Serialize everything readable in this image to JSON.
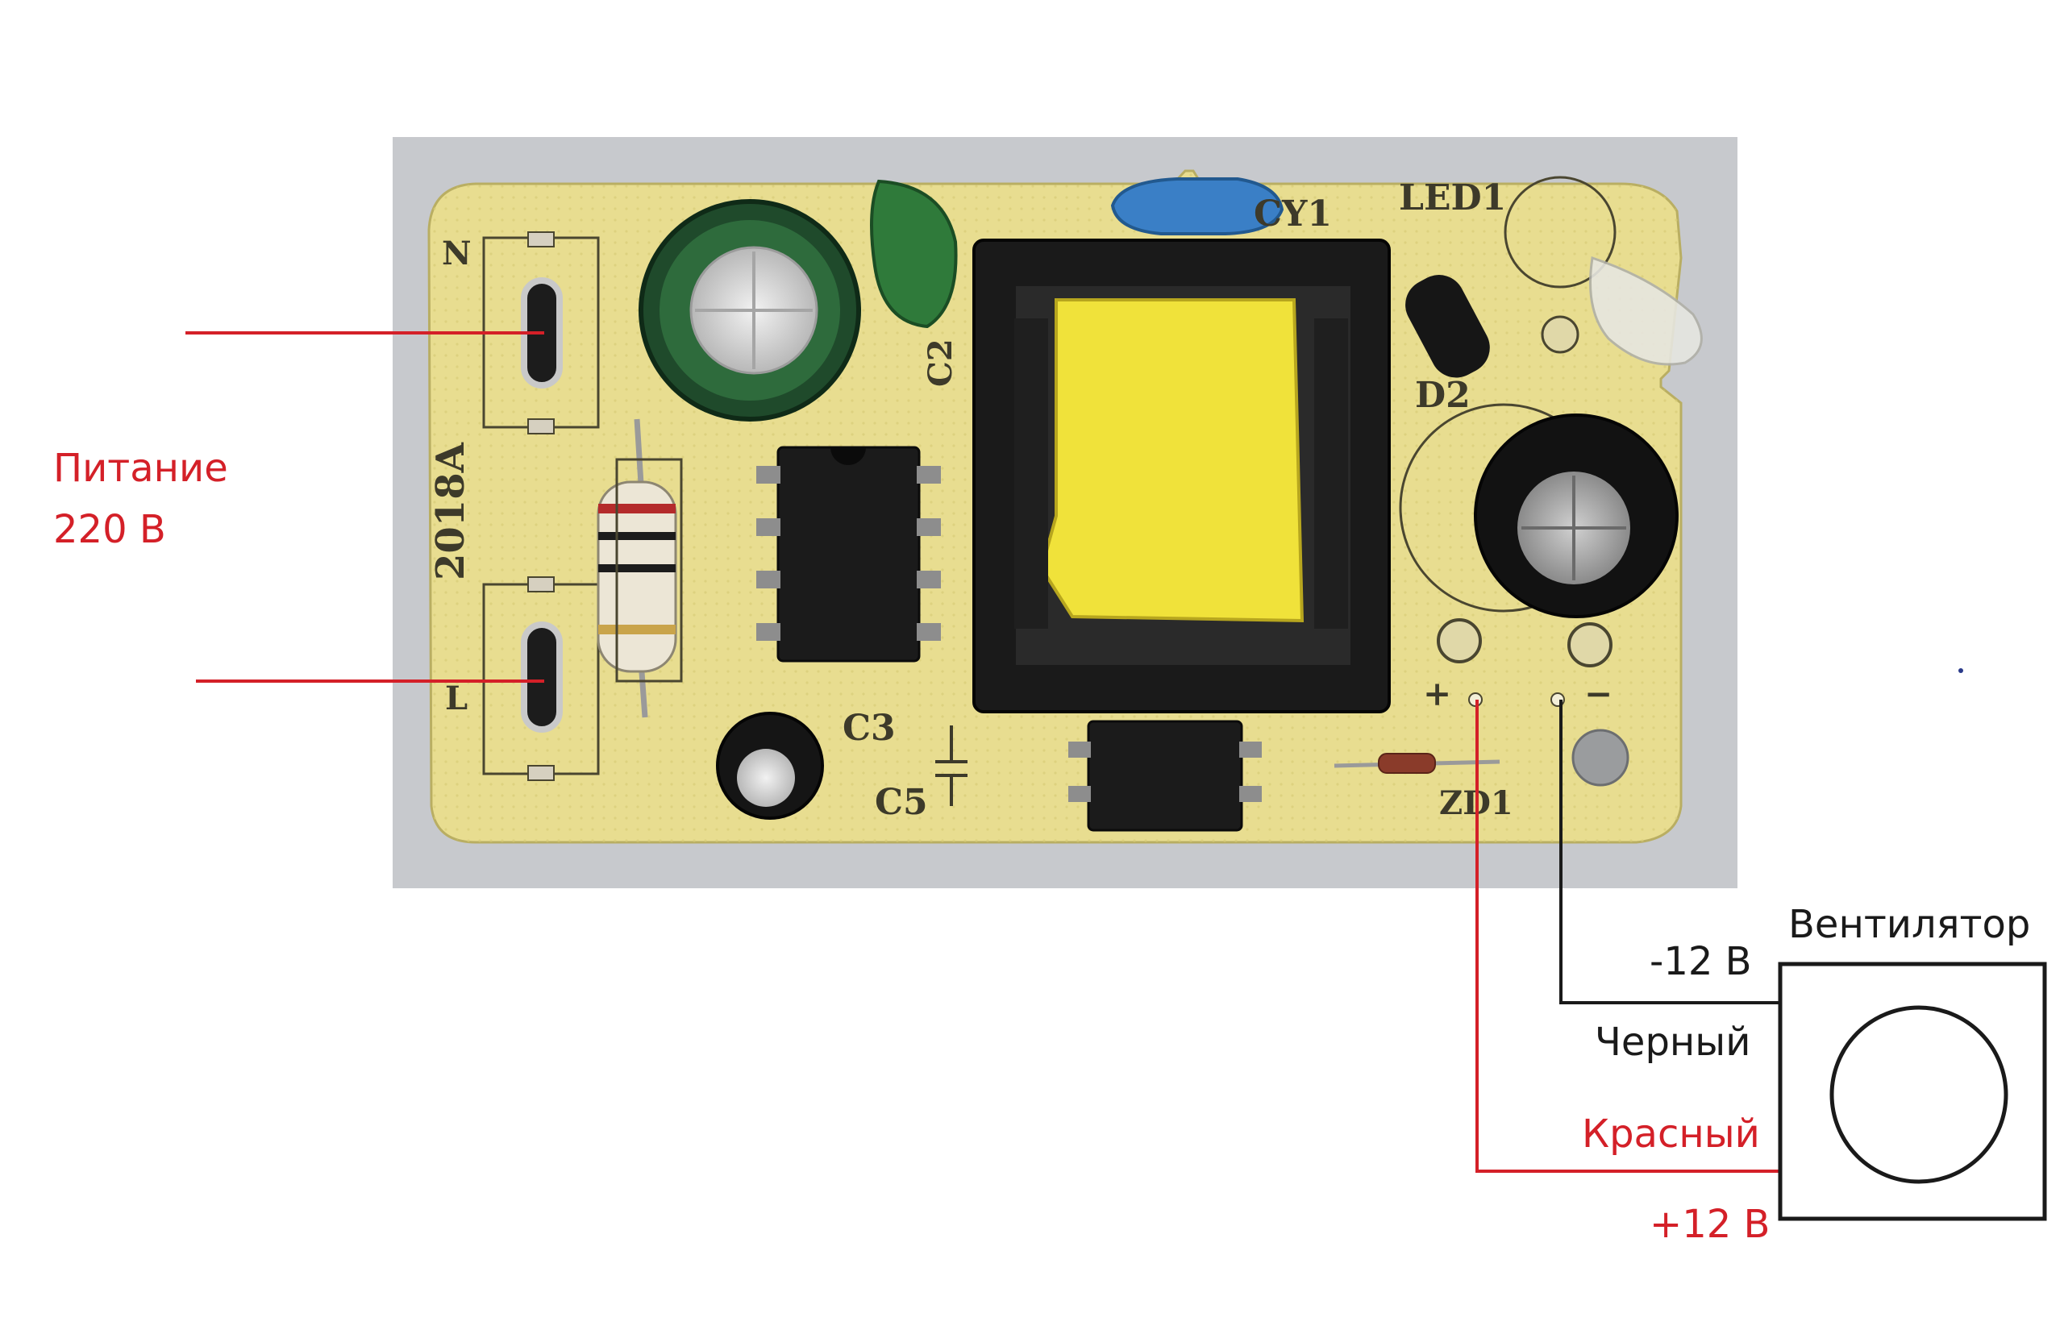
{
  "labels": {
    "power_line1": "Питание",
    "power_line2": "220 В",
    "fan_title": "Вентилятор",
    "neg_voltage": "-12 В",
    "black_wire": "Черный",
    "red_wire": "Красный",
    "pos_voltage": "+12 В"
  },
  "silkscreen": {
    "n": "N",
    "l": "L",
    "model": "2018A",
    "c2": "C2",
    "c3": "C3",
    "c5": "C5",
    "cy1": "CY1",
    "led1": "LED1",
    "d2": "D2",
    "zd1": "ZD1",
    "plus": "+",
    "minus": "−"
  },
  "colors": {
    "red": "#d42028",
    "black": "#1a1a1a",
    "board": "#e7dc8f",
    "background": "#c9cbcf"
  }
}
